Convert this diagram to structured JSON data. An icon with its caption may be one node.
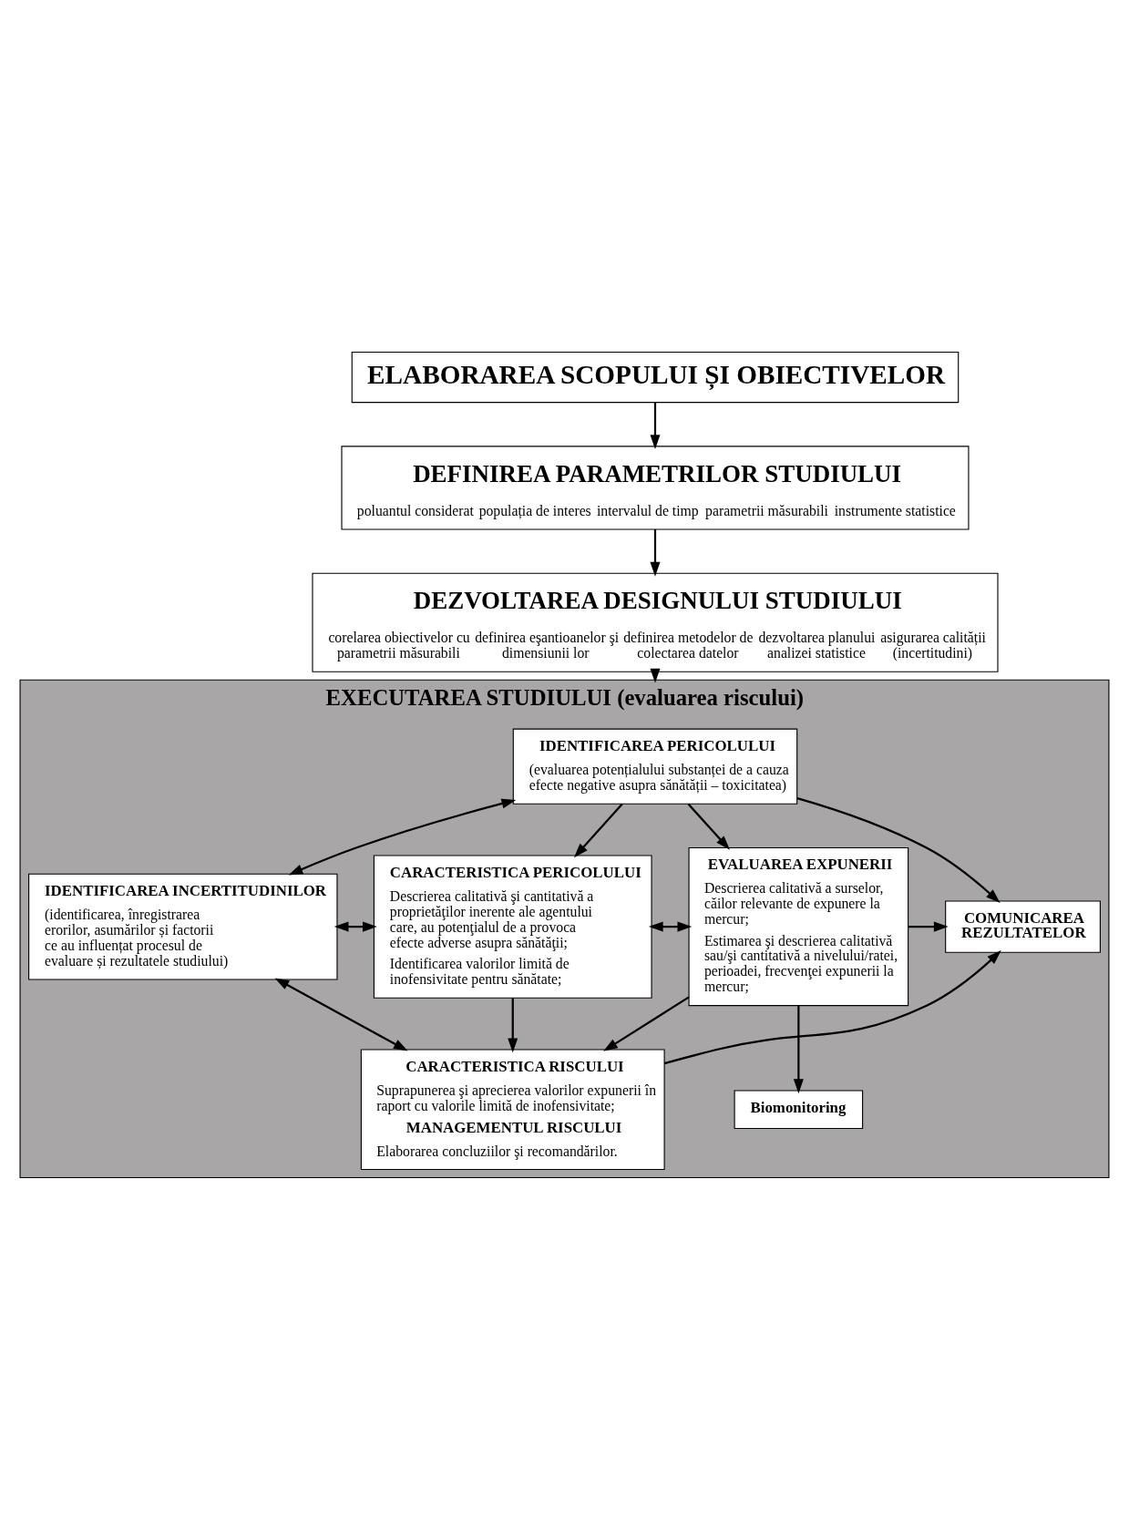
{
  "diagram": {
    "nodes": [
      {
        "text": [
          "ELABORAREA SCOPULUI ȘI OBIECTIVELOR"
        ]
      },
      {
        "text": [
          "DEFINIREA PARAMETRILOR STUDIULUI",
          "poluantul considerat",
          "populația de interes",
          "intervalul de timp",
          "parametrii măsurabili",
          "instrumente statistice"
        ]
      },
      {
        "text": [
          "DEZVOLTAREA DESIGNULUI STUDIULUI",
          "corelarea obiectivelor cu parametrii măsurabili",
          "definirea eşantioanelor şi dimensiunii lor",
          "definirea metodelor de colectarea datelor",
          "dezvoltarea planului analizei statistice",
          "asigurarea calității (incertitudini)"
        ]
      },
      {
        "text": [
          "EXECUTAREA STUDIULUI (evaluarea riscului)"
        ]
      },
      {
        "text": [
          "IDENTIFICAREA PERICOLULUI",
          "(evaluarea potențialului substanței de a cauza efecte negative asupra sănătății – toxicitatea)"
        ],
        "in": 3
      },
      {
        "text": [
          "IDENTIFICAREA INCERTITUDINILOR",
          "(identificarea, înregistrarea erorilor, asumărilor și factorii ce au influențat procesul de evaluare și rezultatele studiului)"
        ],
        "in": 3
      },
      {
        "text": [
          "CARACTERISTICA PERICOLULUI",
          "Descrierea calitativă şi cantitativă a proprietăţilor inerente ale agentului care, au potenţialul de a provoca efecte adverse asupra sănătăţii;",
          "Identificarea valorilor limită de inofensivitate pentru sănătate;"
        ],
        "in": 3
      },
      {
        "text": [
          "EVALUAREA EXPUNERII",
          "Descrierea calitativă a surselor, căilor relevante de expunere la mercur;",
          "Estimarea şi descrierea calitativă sau/şi cantitativă a nivelului/ratei, perioadei, frecvenţei expunerii la mercur;"
        ],
        "in": 3
      },
      {
        "text": [
          "COMUNICAREA REZULTATELOR"
        ],
        "in": 3
      },
      {
        "text": [
          "Biomonitoring"
        ],
        "in": 3
      },
      {
        "text": [
          "CARACTERISTICA RISCULUI",
          "Suprapunerea şi aprecierea valorilor expunerii în raport cu valorile limită de inofensivitate;",
          "MANAGEMENTUL RISCULUI",
          "Elaborarea concluziilor şi recomandărilor."
        ],
        "in": 3
      }
    ],
    "edges": [
      {
        "from": 0,
        "to": 1,
        "arrow": "to"
      },
      {
        "from": 1,
        "to": 2,
        "arrow": "to"
      },
      {
        "from": 2,
        "to": 3,
        "arrow": "to"
      },
      {
        "from": 4,
        "to": 5,
        "arrow": "both"
      },
      {
        "from": 4,
        "to": 8,
        "arrow": "to"
      },
      {
        "from": 4,
        "to": 6,
        "arrow": "to"
      },
      {
        "from": 4,
        "to": 7,
        "arrow": "to"
      },
      {
        "from": 5,
        "to": 6,
        "arrow": "both"
      },
      {
        "from": 6,
        "to": 7,
        "arrow": "both"
      },
      {
        "from": 7,
        "to": 8,
        "arrow": "to"
      },
      {
        "from": 7,
        "to": 9,
        "arrow": "to"
      },
      {
        "from": 6,
        "to": 10,
        "arrow": "to"
      },
      {
        "from": 7,
        "to": 10,
        "arrow": "to"
      },
      {
        "from": 5,
        "to": 10,
        "arrow": "both"
      },
      {
        "from": 10,
        "to": 8,
        "arrow": "to"
      }
    ]
  }
}
